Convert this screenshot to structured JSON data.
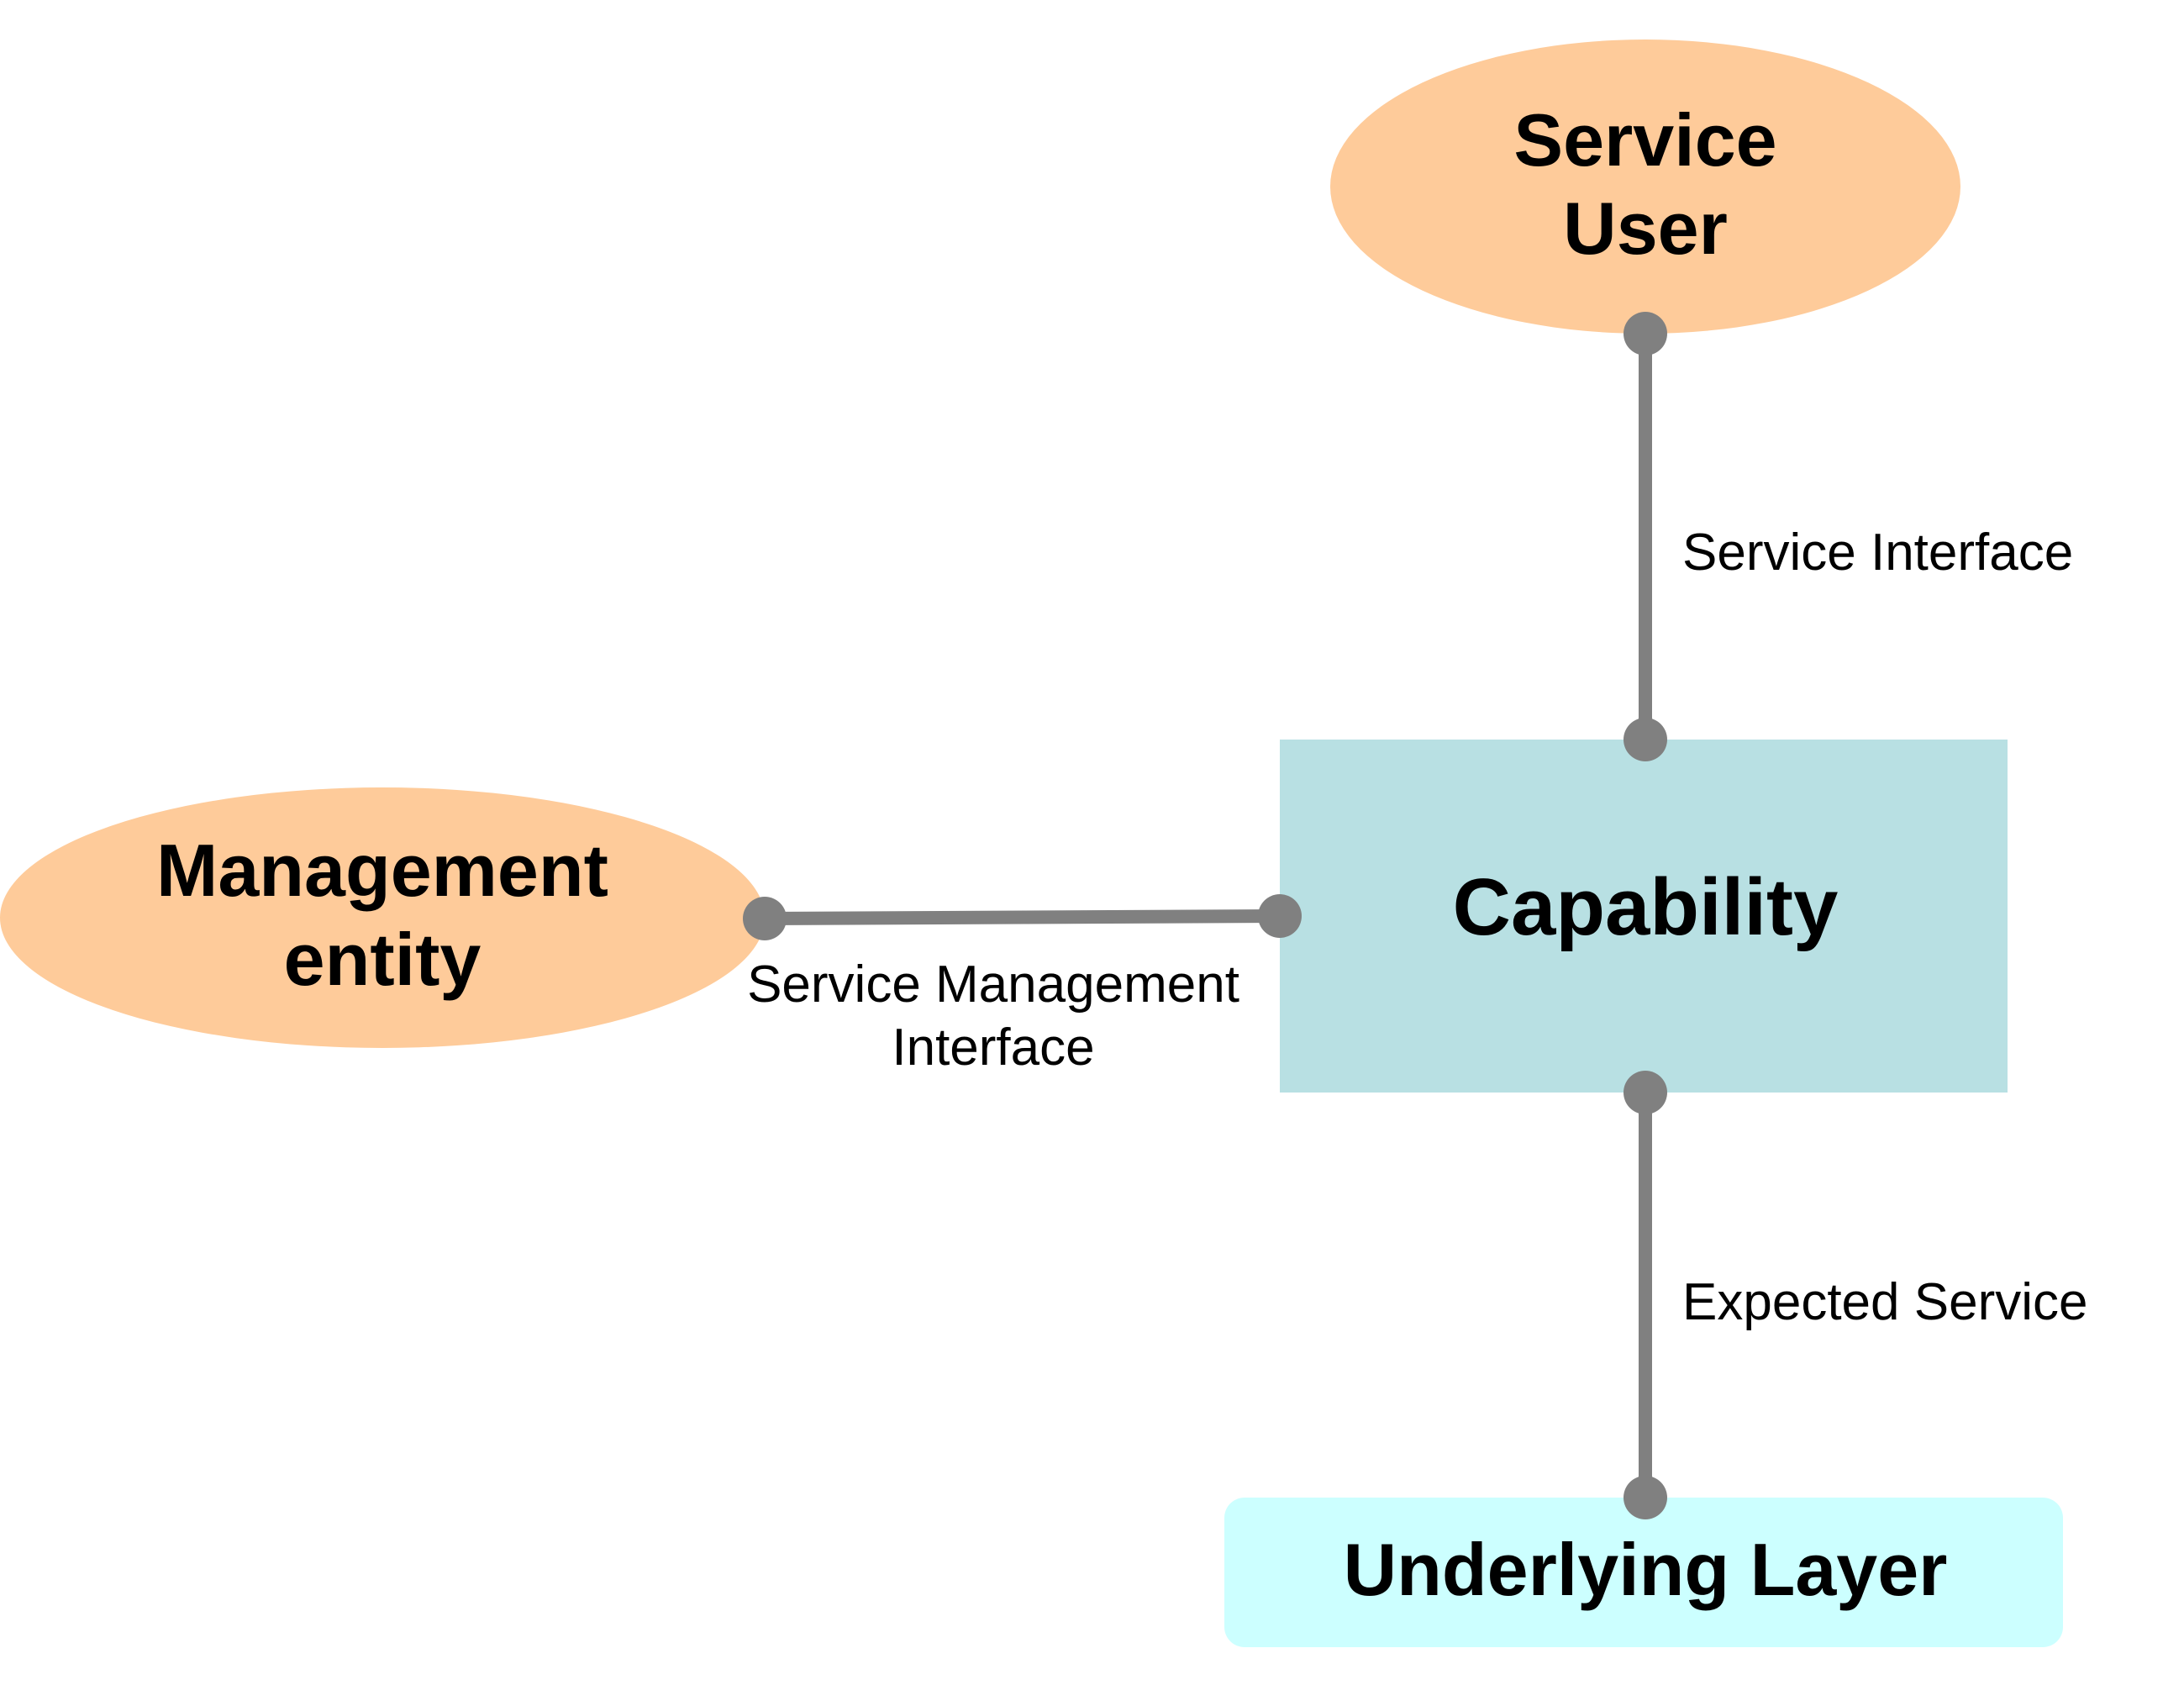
{
  "nodes": {
    "service_user": {
      "line1": "Service",
      "line2": "User"
    },
    "management_entity": {
      "line1": "Management",
      "line2": "entity"
    },
    "capability": {
      "label": "Capability"
    },
    "underlying_layer": {
      "label": "Underlying Layer"
    }
  },
  "edges": {
    "service_interface": {
      "label": "Service Interface"
    },
    "service_management_interface": {
      "line1": "Service Management",
      "line2": "Interface"
    },
    "expected_service": {
      "label": "Expected Service"
    }
  },
  "colors": {
    "ellipse_fill": "#FECB9A",
    "capability_fill": "#B8E0E3",
    "underlying_fill": "#CCFFFF",
    "connector": "#808080",
    "text": "#000000"
  }
}
